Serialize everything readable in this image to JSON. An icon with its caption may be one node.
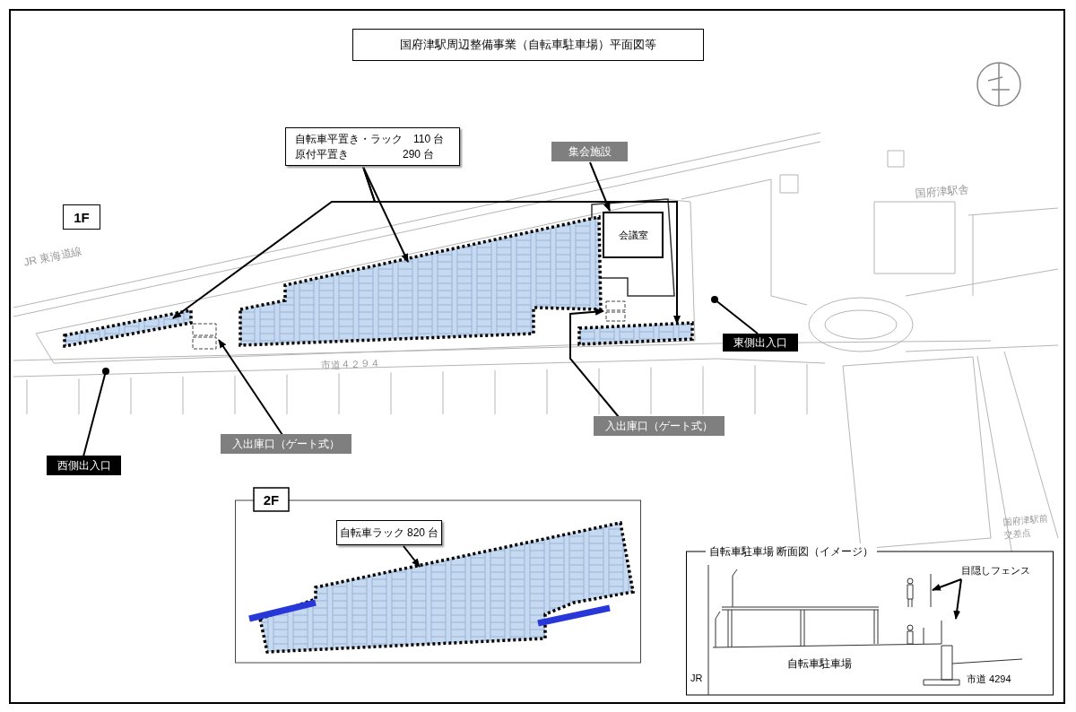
{
  "diagram": {
    "title": "国府津駅周辺整備事業（自転車駐車場）平面図等",
    "nodes": [
      {
        "text": [
          "自転車平置き・ラック　110 台",
          "原付平置き　　　　　290 台"
        ]
      },
      {
        "text": [
          "集会施設"
        ]
      },
      {
        "text": [
          "1F"
        ]
      },
      {
        "text": [],
        "shape": "box"
      },
      {
        "text": [],
        "shape": "box"
      },
      {
        "text": [],
        "shape": "box"
      },
      {
        "text": [
          "会議室"
        ]
      },
      {
        "text": [],
        "shape": "box"
      },
      {
        "text": [],
        "shape": "box"
      },
      {
        "text": [
          "入出庫口（ゲート式）"
        ]
      },
      {
        "text": [
          "入出庫口（ゲート式）"
        ]
      },
      {
        "text": [
          "西側出入口"
        ]
      },
      {
        "text": [
          "東側出入口"
        ]
      },
      {
        "text": [
          "2F"
        ]
      },
      {
        "text": [
          "自転車ラック 820 台"
        ],
        "in": 13
      },
      {
        "text": [],
        "shape": "box",
        "in": 13
      },
      {
        "text": [
          "自転車駐車場 断面図（イメージ）"
        ]
      },
      {
        "text": [
          "目隠しフェンス"
        ],
        "in": 16
      }
    ],
    "edges": [
      {
        "from": 0,
        "to": 4,
        "arrow": "to"
      },
      {
        "from": 0,
        "to": 3,
        "arrow": "to"
      },
      {
        "from": 0,
        "to": 5,
        "arrow": "to"
      },
      {
        "from": 1,
        "to": 6,
        "arrow": "to"
      },
      {
        "from": 9,
        "to": 7,
        "arrow": "to"
      },
      {
        "from": 10,
        "to": 8,
        "arrow": "to"
      },
      {
        "from": 11,
        "to": null,
        "arrow": "other"
      },
      {
        "from": 12,
        "to": null,
        "arrow": "other"
      },
      {
        "from": 14,
        "to": 15,
        "arrow": "to"
      },
      {
        "from": 17,
        "to": null,
        "arrow": "to"
      },
      {
        "from": 17,
        "to": null,
        "arrow": "to"
      }
    ],
    "labels": [
      "JR 東海道線",
      "国府津駅舎",
      "市道４２９４",
      "国府津駅前交差点",
      "自転車駐車場",
      "JR",
      "市道 4294"
    ]
  }
}
